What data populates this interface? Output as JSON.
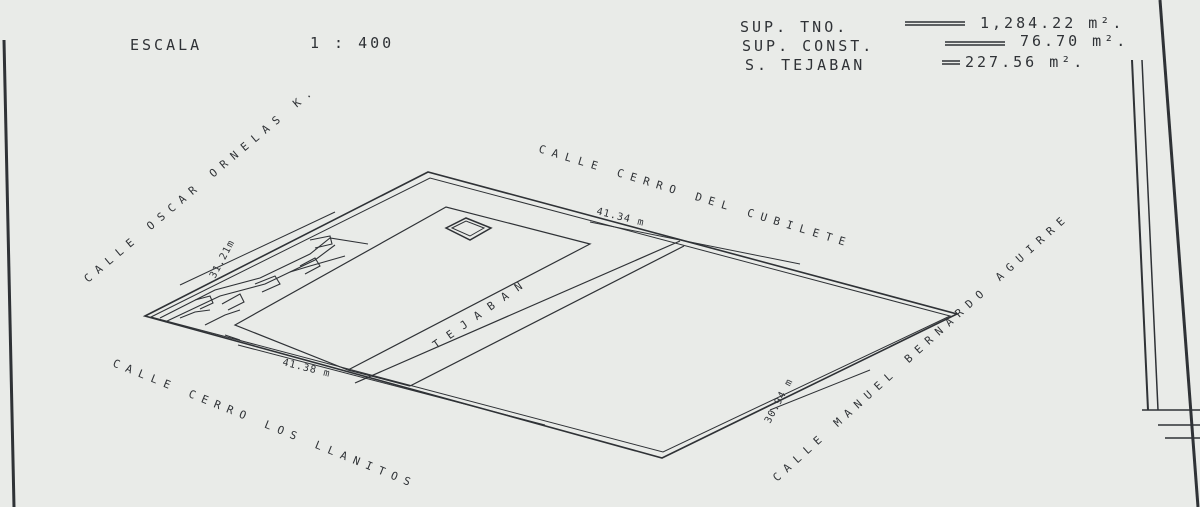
{
  "scale": {
    "label": "ESCALA",
    "value": "1 : 400"
  },
  "areas": [
    {
      "label": "SUP.  TNO.",
      "value": "1,284.22 m²."
    },
    {
      "label": "SUP.  CONST.",
      "value": "76.70 m²."
    },
    {
      "label": "S.  TEJABAN",
      "value": "227.56 m²."
    }
  ],
  "streets": {
    "top": "CALLE CERRO DEL CUBILETE",
    "left": "CALLE OSCAR ORNELAS K.",
    "bottom": "CALLE CERRO LOS LLANITOS",
    "right": "CALLE MANUEL BERNARDO AGUIRRE"
  },
  "dimensions": {
    "top": "41.34 m",
    "left": "31.21m",
    "bottom": "41.38 m",
    "right": "30.94 m"
  },
  "zone_label": "TEJABAN"
}
